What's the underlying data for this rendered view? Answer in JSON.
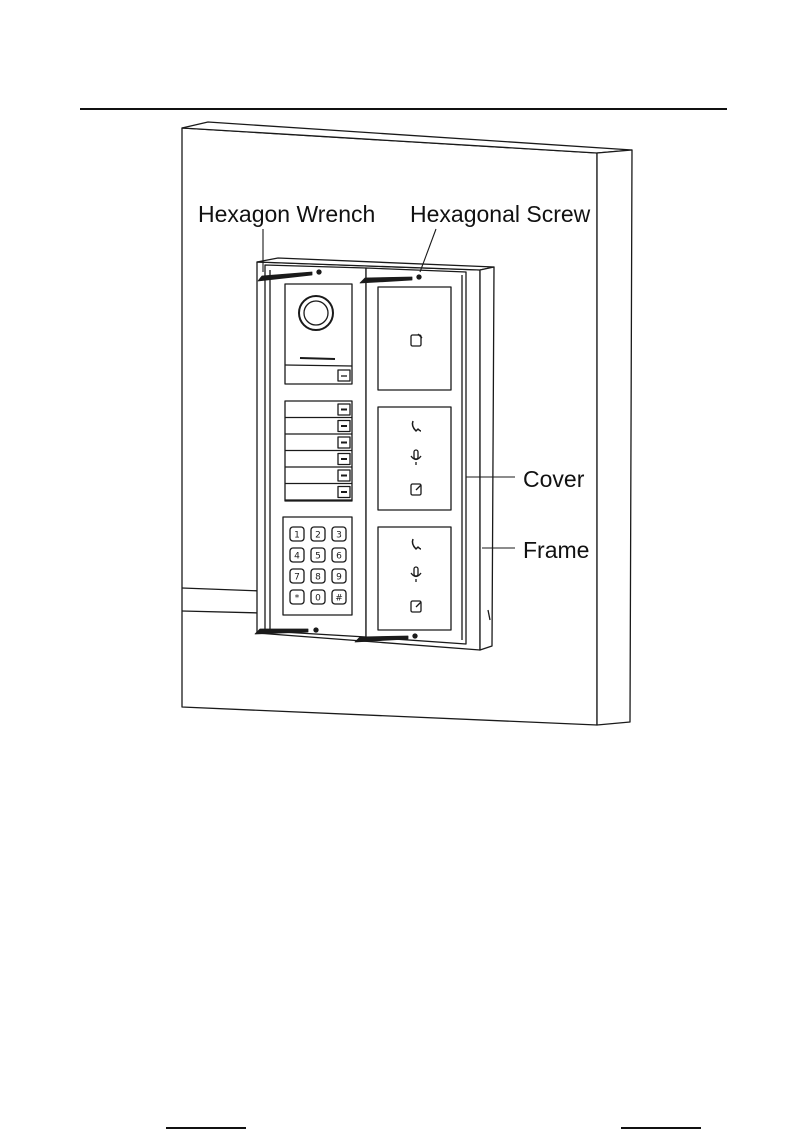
{
  "labels": {
    "hexagon_wrench": "Hexagon Wrench",
    "hexagonal_screw": "Hexagonal Screw",
    "cover": "Cover",
    "frame": "Frame"
  },
  "keypad": {
    "keys": [
      "1",
      "2",
      "3",
      "4",
      "5",
      "6",
      "7",
      "8",
      "9",
      "*",
      "0",
      "#"
    ]
  },
  "colors": {
    "line": "#1a1a1a",
    "background": "#ffffff"
  },
  "icons": {
    "card_reader_module": "card-icon",
    "call_module": [
      "phone-icon",
      "microphone-icon",
      "card-icon"
    ]
  }
}
